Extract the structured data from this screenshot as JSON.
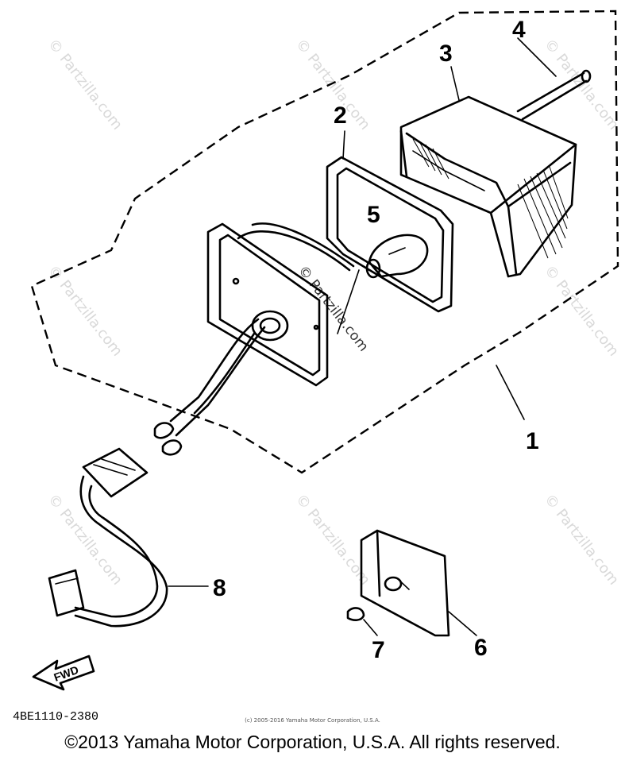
{
  "diagram": {
    "callouts": [
      "1",
      "2",
      "3",
      "4",
      "5",
      "6",
      "7",
      "8"
    ],
    "fwd_label": "FWD",
    "drawing_code": "4BE1110-2380",
    "watermark_text": "© Partzilla.com",
    "small_note": "(c) 2005-2016 Yamaha Motor Corporation, U.S.A.",
    "copyright": "©2013 Yamaha Motor Corporation, U.S.A. All rights reserved."
  }
}
